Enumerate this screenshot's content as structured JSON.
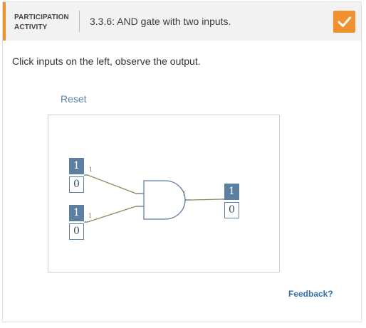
{
  "header": {
    "activity_type": "PARTICIPATION ACTIVITY",
    "title": "3.3.6: AND gate with two inputs.",
    "completion_icon": "check-icon",
    "accent_color": "#f0912f"
  },
  "instructions": "Click inputs on the left, observe the output.",
  "reset_label": "Reset",
  "circuit": {
    "gate": "AND",
    "input_a": {
      "on_label": "1",
      "off_label": "0",
      "value": "1",
      "wire_value": "1"
    },
    "input_b": {
      "on_label": "1",
      "off_label": "0",
      "value": "1",
      "wire_value": "1"
    },
    "output": {
      "on_label": "1",
      "off_label": "0",
      "value": "1",
      "wire_value": "1"
    },
    "active_bit_color": "#5d7fa1",
    "wire_color": "#8a8a5c"
  },
  "feedback_label": "Feedback?"
}
